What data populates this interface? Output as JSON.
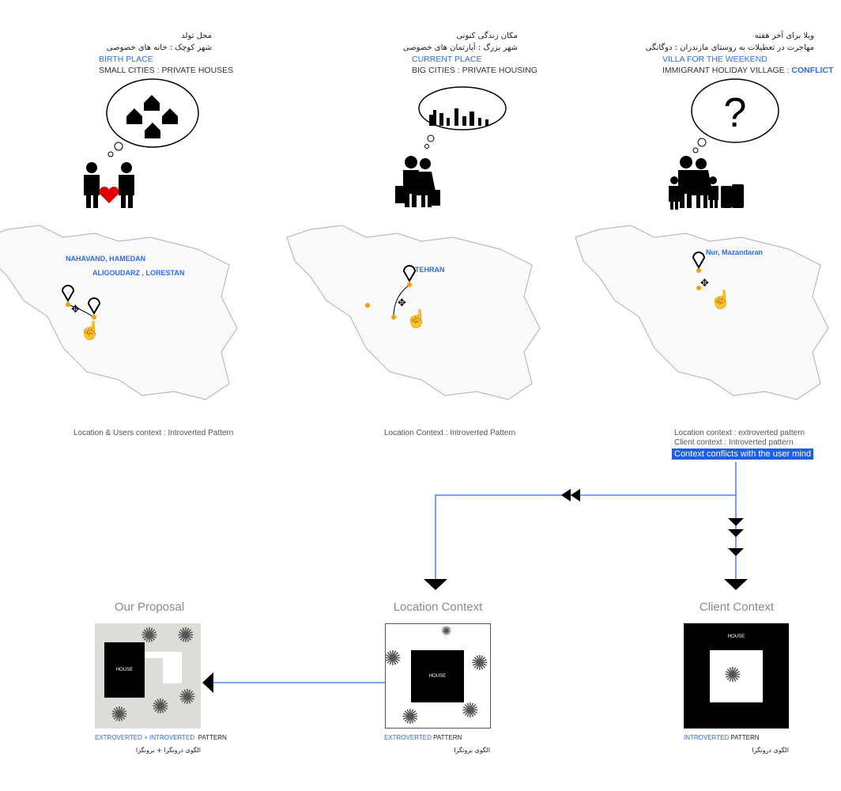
{
  "columns": [
    {
      "fa_title": "محل تولد",
      "fa_sub": "شهر کوچک : خانه های خصوصی",
      "en_title": "BIRTH PLACE",
      "en_sub": "SMALL CITIES : PRIVATE HOUSES",
      "map_labels": [
        "NAHAVAND, HAMEDAN",
        "ALIGOUDARZ , LORESTAN"
      ],
      "caption": "Location & Users context : Introverted Pattern"
    },
    {
      "fa_title": "مکان زندگی کنونی",
      "fa_sub": "شهر بزرگ : آپارتمان های خصوصی",
      "en_title": "CURRENT PLACE",
      "en_sub": "BIG CITIES :  PRIVATE HOUSING",
      "map_labels": [
        "TEHRAN"
      ],
      "caption": "Location Context :   Introverted Pattern"
    },
    {
      "fa_title": "ویلا برای آخر هفته",
      "fa_sub": "مهاجرت در تعطیلات به روستای مازندران : دوگانگی",
      "en_title": "VILLA FOR THE WEEKEND",
      "en_sub": "IMMIGRANT HOLIDAY  VILLAGE  : ",
      "en_sub_highlight": "CONFLICT",
      "map_labels": [
        "Nur, Mazandaran"
      ],
      "caption_lines": [
        "Location context   :   extroverted pattern",
        "Client context       :   Introverted pattern"
      ],
      "conflict": "Context conflicts with the user mind"
    }
  ],
  "question_mark": "?",
  "panels": [
    {
      "title": "Our Proposal",
      "house": "HOUSE",
      "label_blue": "EXTROVERTED + INTROVERTED",
      "label_black": "PATTERN",
      "fa": "الگوی درونگرا + برونگرا"
    },
    {
      "title": "Location Context",
      "house": "HOUSE",
      "label_blue": "EXTROVERTED",
      "label_black": " PATTERN",
      "fa": "الگوی  برونگرا"
    },
    {
      "title": "Client Context",
      "house": "HOUSE",
      "label_blue": "INTROVERTED",
      "label_black": " PATTERN",
      "fa": "الگوی درونگرا"
    }
  ],
  "colors": {
    "accent": "#2d6cf0",
    "heart": "#e00000",
    "pin_dot": "#f5a000",
    "proposal_bg": "#dcdcd8"
  }
}
